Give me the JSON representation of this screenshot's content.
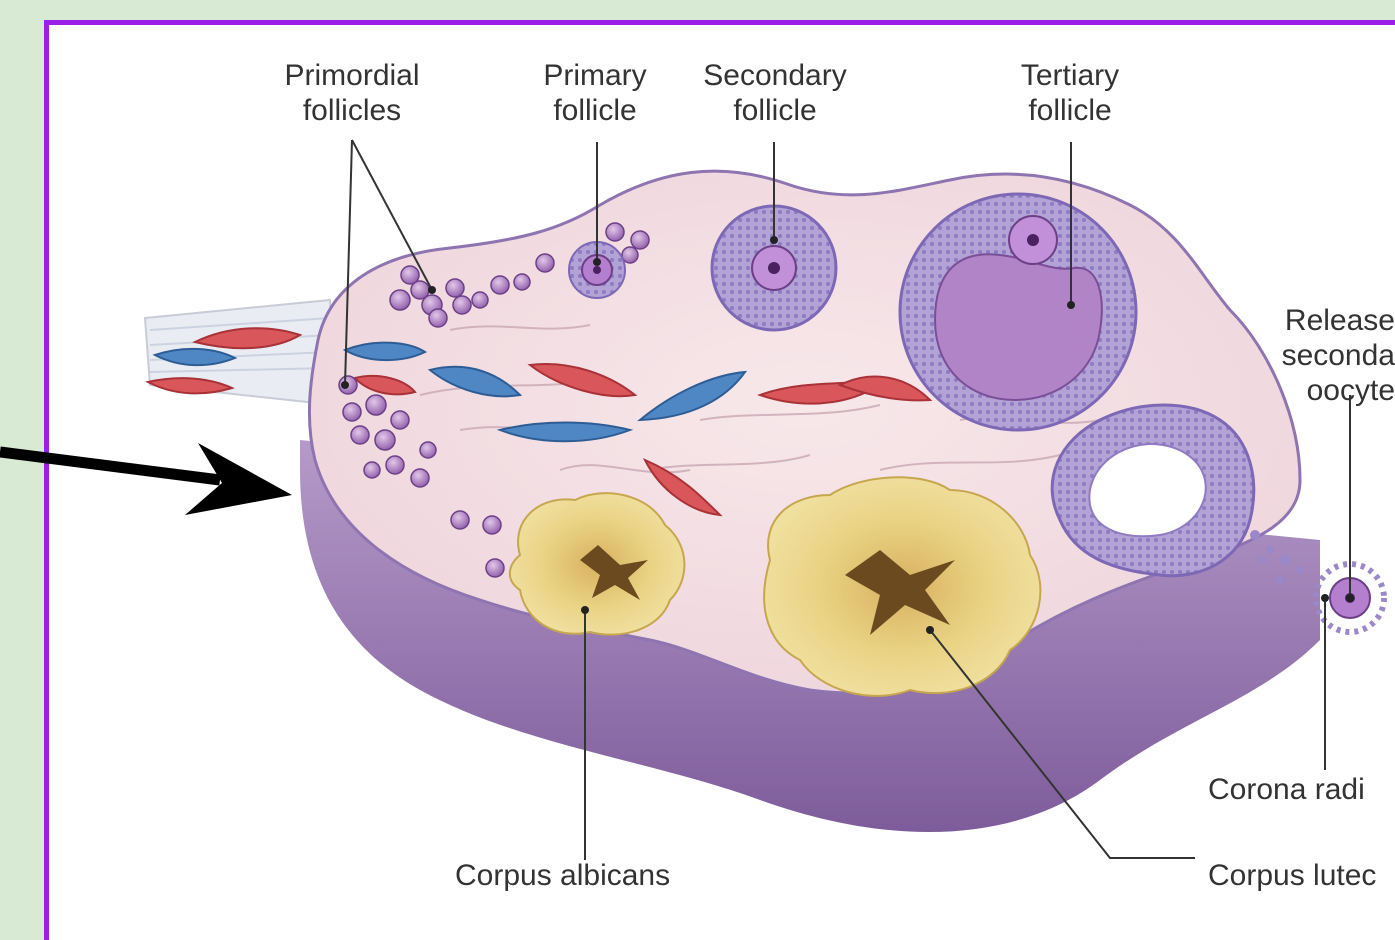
{
  "labels": {
    "primordial_follicles": [
      "Primordial",
      "follicles"
    ],
    "primary_follicle": [
      "Primary",
      "follicle"
    ],
    "secondary_follicle": [
      "Secondary",
      "follicle"
    ],
    "tertiary_follicle": [
      "Tertiary",
      "follicle"
    ],
    "released_oocyte": [
      "Release",
      "seconda",
      "oocyte"
    ],
    "corona_radiata": "Corona radi",
    "corpus_albicans": "Corpus albicans",
    "corpus_luteum": "Corpus lutec"
  },
  "colors": {
    "background": "#d9ead4",
    "border": "#9b1fe8",
    "ovary_surface": "#f2dfe3",
    "ovary_base": "#8d6ea8",
    "follicle": "#9c6cb8",
    "blood_artery": "#d9575b",
    "blood_vein": "#4f86c4",
    "corpus": "#e8d07a"
  }
}
